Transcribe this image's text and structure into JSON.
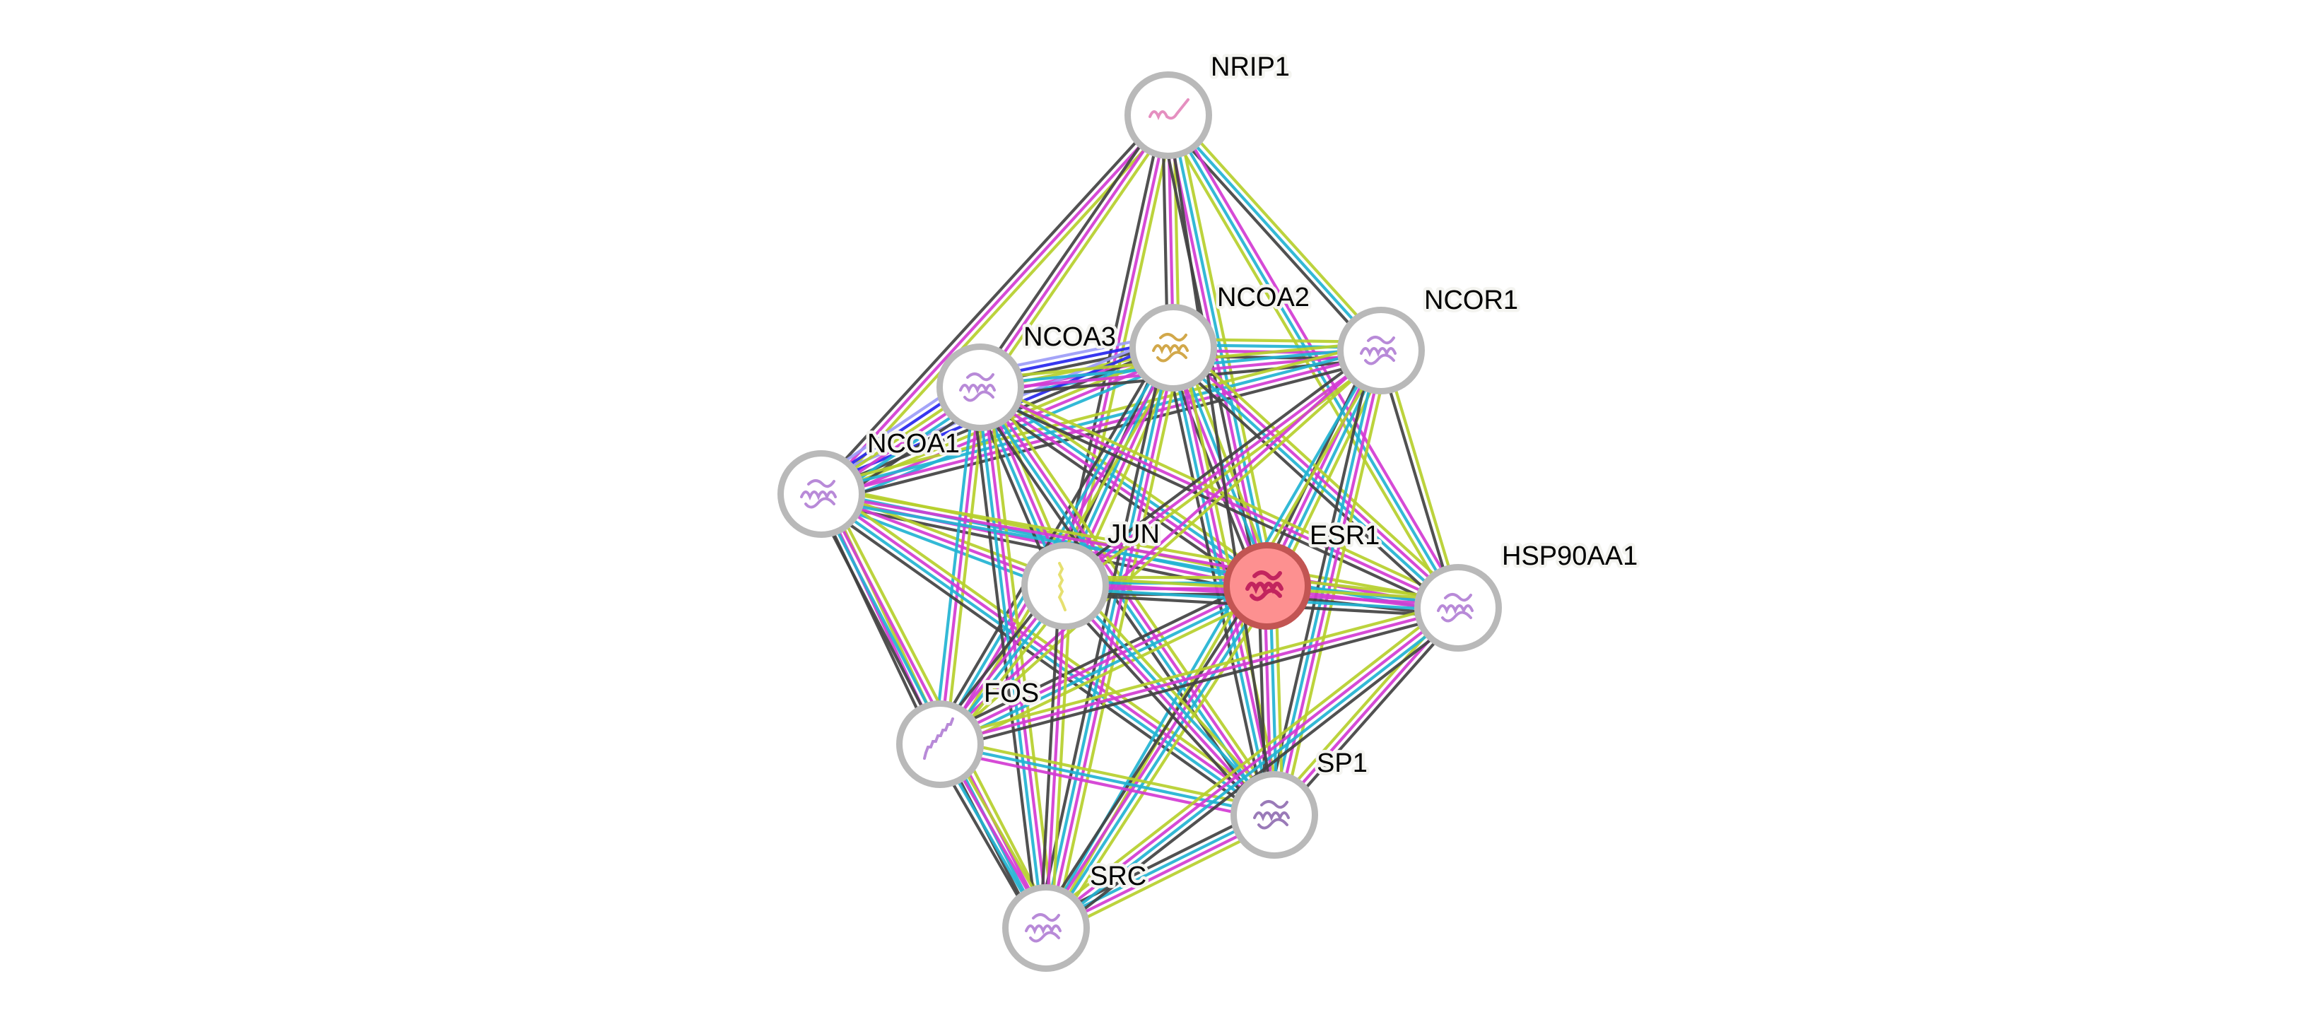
{
  "network": {
    "title": "Protein interaction network",
    "query_protein": "ESR1",
    "evidence_colors": {
      "textmining": "#b6cf2c",
      "experiments": "#d23bd2",
      "databases": "#22b3d3",
      "coexpression": "#424242",
      "cooccurrence": "#2626ee",
      "homology": "#9c9cf7"
    },
    "node_style": {
      "ring_color": "#b9b9b9",
      "fill_color": "#ffffff",
      "query_fill_color": "#fd9090",
      "query_ring_color": "#c25553"
    },
    "nodes": [
      {
        "id": "NRIP1",
        "label": "NRIP1",
        "structure_color": "#e58fc0",
        "query": false
      },
      {
        "id": "NCOA2",
        "label": "NCOA2",
        "structure_color": "#d2a84a",
        "query": false
      },
      {
        "id": "NCOR1",
        "label": "NCOR1",
        "structure_color": "#b88ad8",
        "query": false
      },
      {
        "id": "NCOA3",
        "label": "NCOA3",
        "structure_color": "#b88ad8",
        "query": false
      },
      {
        "id": "NCOA1",
        "label": "NCOA1",
        "structure_color": "#b88ad8",
        "query": false
      },
      {
        "id": "JUN",
        "label": "JUN",
        "structure_color": "#e6e070",
        "query": false
      },
      {
        "id": "ESR1",
        "label": "ESR1",
        "structure_color": "#c2245e",
        "query": true
      },
      {
        "id": "HSP90AA1",
        "label": "HSP90AA1",
        "structure_color": "#b88ad8",
        "query": false
      },
      {
        "id": "FOS",
        "label": "FOS",
        "structure_color": "#b88ad8",
        "query": false
      },
      {
        "id": "SP1",
        "label": "SP1",
        "structure_color": "#9a7ab8",
        "query": false
      },
      {
        "id": "SRC",
        "label": "SRC",
        "structure_color": "#b88ad8",
        "query": false
      }
    ],
    "edges": [
      {
        "source": "NRIP1",
        "target": "NCOA1",
        "evidence": [
          "textmining",
          "experiments",
          "coexpression"
        ]
      },
      {
        "source": "NRIP1",
        "target": "NCOA3",
        "evidence": [
          "textmining",
          "experiments",
          "coexpression"
        ]
      },
      {
        "source": "NRIP1",
        "target": "JUN",
        "evidence": [
          "textmining",
          "experiments",
          "coexpression"
        ]
      },
      {
        "source": "NRIP1",
        "target": "NCOA2",
        "evidence": [
          "textmining",
          "experiments",
          "coexpression"
        ]
      },
      {
        "source": "NRIP1",
        "target": "ESR1",
        "evidence": [
          "textmining",
          "databases",
          "experiments",
          "coexpression"
        ]
      },
      {
        "source": "NRIP1",
        "target": "NCOR1",
        "evidence": [
          "textmining",
          "databases",
          "coexpression"
        ]
      },
      {
        "source": "NRIP1",
        "target": "HSP90AA1",
        "evidence": [
          "experiments",
          "databases",
          "textmining"
        ]
      },
      {
        "source": "NCOA3",
        "target": "NCOA2",
        "evidence": [
          "homology",
          "cooccurrence",
          "coexpression",
          "textmining",
          "experiments",
          "databases"
        ]
      },
      {
        "source": "NCOA1",
        "target": "NCOA2",
        "evidence": [
          "homology",
          "cooccurrence",
          "coexpression",
          "textmining",
          "experiments",
          "databases"
        ]
      },
      {
        "source": "NCOA1",
        "target": "NCOA3",
        "evidence": [
          "homology",
          "cooccurrence",
          "textmining",
          "experiments",
          "databases",
          "coexpression"
        ]
      },
      {
        "source": "NCOA2",
        "target": "NCOR1",
        "evidence": [
          "textmining",
          "databases",
          "experiments",
          "coexpression"
        ]
      },
      {
        "source": "NCOA3",
        "target": "NCOR1",
        "evidence": [
          "textmining",
          "databases",
          "experiments",
          "coexpression"
        ]
      },
      {
        "source": "NCOA1",
        "target": "NCOR1",
        "evidence": [
          "textmining",
          "databases",
          "experiments",
          "coexpression"
        ]
      },
      {
        "source": "NCOA1",
        "target": "ESR1",
        "evidence": [
          "textmining",
          "databases",
          "experiments",
          "coexpression"
        ]
      },
      {
        "source": "NCOA2",
        "target": "ESR1",
        "evidence": [
          "textmining",
          "databases",
          "experiments",
          "coexpression"
        ]
      },
      {
        "source": "NCOA3",
        "target": "ESR1",
        "evidence": [
          "textmining",
          "databases",
          "experiments",
          "coexpression"
        ]
      },
      {
        "source": "NCOR1",
        "target": "ESR1",
        "evidence": [
          "textmining",
          "databases",
          "experiments",
          "coexpression"
        ]
      },
      {
        "source": "NCOA1",
        "target": "JUN",
        "evidence": [
          "textmining",
          "experiments",
          "databases"
        ]
      },
      {
        "source": "NCOA3",
        "target": "JUN",
        "evidence": [
          "textmining",
          "experiments",
          "databases",
          "coexpression"
        ]
      },
      {
        "source": "NCOA2",
        "target": "JUN",
        "evidence": [
          "textmining",
          "experiments",
          "databases",
          "coexpression"
        ]
      },
      {
        "source": "NCOA1",
        "target": "FOS",
        "evidence": [
          "textmining",
          "experiments",
          "coexpression"
        ]
      },
      {
        "source": "NCOA3",
        "target": "FOS",
        "evidence": [
          "textmining",
          "experiments",
          "databases"
        ]
      },
      {
        "source": "NCOA2",
        "target": "FOS",
        "evidence": [
          "textmining",
          "experiments",
          "databases",
          "coexpression"
        ]
      },
      {
        "source": "NCOA1",
        "target": "SP1",
        "evidence": [
          "textmining",
          "experiments",
          "databases",
          "coexpression"
        ]
      },
      {
        "source": "NCOA3",
        "target": "SP1",
        "evidence": [
          "textmining",
          "experiments",
          "databases",
          "coexpression"
        ]
      },
      {
        "source": "NCOA2",
        "target": "SP1",
        "evidence": [
          "textmining",
          "experiments",
          "databases",
          "coexpression"
        ]
      },
      {
        "source": "NCOA1",
        "target": "SRC",
        "evidence": [
          "textmining",
          "experiments",
          "databases",
          "coexpression"
        ]
      },
      {
        "source": "NCOA3",
        "target": "SRC",
        "evidence": [
          "textmining",
          "experiments",
          "databases",
          "coexpression"
        ]
      },
      {
        "source": "NCOA2",
        "target": "SRC",
        "evidence": [
          "textmining",
          "experiments",
          "databases",
          "coexpression"
        ]
      },
      {
        "source": "NCOA1",
        "target": "HSP90AA1",
        "evidence": [
          "textmining",
          "experiments",
          "databases"
        ]
      },
      {
        "source": "NCOA3",
        "target": "HSP90AA1",
        "evidence": [
          "textmining",
          "experiments",
          "coexpression"
        ]
      },
      {
        "source": "NCOA2",
        "target": "HSP90AA1",
        "evidence": [
          "textmining",
          "experiments",
          "databases",
          "coexpression"
        ]
      },
      {
        "source": "NCOR1",
        "target": "HSP90AA1",
        "evidence": [
          "textmining",
          "coexpression"
        ]
      },
      {
        "source": "NCOR1",
        "target": "JUN",
        "evidence": [
          "textmining",
          "experiments",
          "coexpression"
        ]
      },
      {
        "source": "NCOR1",
        "target": "SP1",
        "evidence": [
          "textmining",
          "experiments",
          "databases",
          "coexpression"
        ]
      },
      {
        "source": "NCOR1",
        "target": "FOS",
        "evidence": [
          "textmining",
          "experiments"
        ]
      },
      {
        "source": "NCOR1",
        "target": "SRC",
        "evidence": [
          "textmining",
          "databases"
        ]
      },
      {
        "source": "JUN",
        "target": "ESR1",
        "evidence": [
          "textmining",
          "databases",
          "experiments",
          "coexpression"
        ]
      },
      {
        "source": "ESR1",
        "target": "HSP90AA1",
        "evidence": [
          "textmining",
          "databases",
          "experiments",
          "coexpression"
        ]
      },
      {
        "source": "ESR1",
        "target": "FOS",
        "evidence": [
          "textmining",
          "databases",
          "experiments",
          "coexpression"
        ]
      },
      {
        "source": "ESR1",
        "target": "SP1",
        "evidence": [
          "textmining",
          "databases",
          "experiments",
          "coexpression"
        ]
      },
      {
        "source": "ESR1",
        "target": "SRC",
        "evidence": [
          "textmining",
          "databases",
          "experiments",
          "coexpression"
        ]
      },
      {
        "source": "JUN",
        "target": "FOS",
        "evidence": [
          "textmining",
          "databases",
          "experiments",
          "coexpression"
        ]
      },
      {
        "source": "JUN",
        "target": "SP1",
        "evidence": [
          "textmining",
          "databases",
          "experiments",
          "coexpression"
        ]
      },
      {
        "source": "JUN",
        "target": "SRC",
        "evidence": [
          "textmining",
          "experiments",
          "coexpression"
        ]
      },
      {
        "source": "JUN",
        "target": "HSP90AA1",
        "evidence": [
          "textmining",
          "experiments",
          "databases",
          "coexpression"
        ]
      },
      {
        "source": "FOS",
        "target": "SP1",
        "evidence": [
          "textmining",
          "databases",
          "experiments"
        ]
      },
      {
        "source": "FOS",
        "target": "SRC",
        "evidence": [
          "textmining",
          "experiments",
          "databases",
          "coexpression"
        ]
      },
      {
        "source": "FOS",
        "target": "HSP90AA1",
        "evidence": [
          "textmining",
          "experiments",
          "coexpression"
        ]
      },
      {
        "source": "SP1",
        "target": "SRC",
        "evidence": [
          "textmining",
          "experiments",
          "databases",
          "coexpression"
        ]
      },
      {
        "source": "SP1",
        "target": "HSP90AA1",
        "evidence": [
          "textmining",
          "experiments",
          "coexpression"
        ]
      },
      {
        "source": "SRC",
        "target": "HSP90AA1",
        "evidence": [
          "textmining",
          "experiments",
          "databases",
          "coexpression"
        ]
      },
      {
        "source": "NRIP1",
        "target": "SP1",
        "evidence": [
          "coexpression"
        ]
      }
    ]
  }
}
